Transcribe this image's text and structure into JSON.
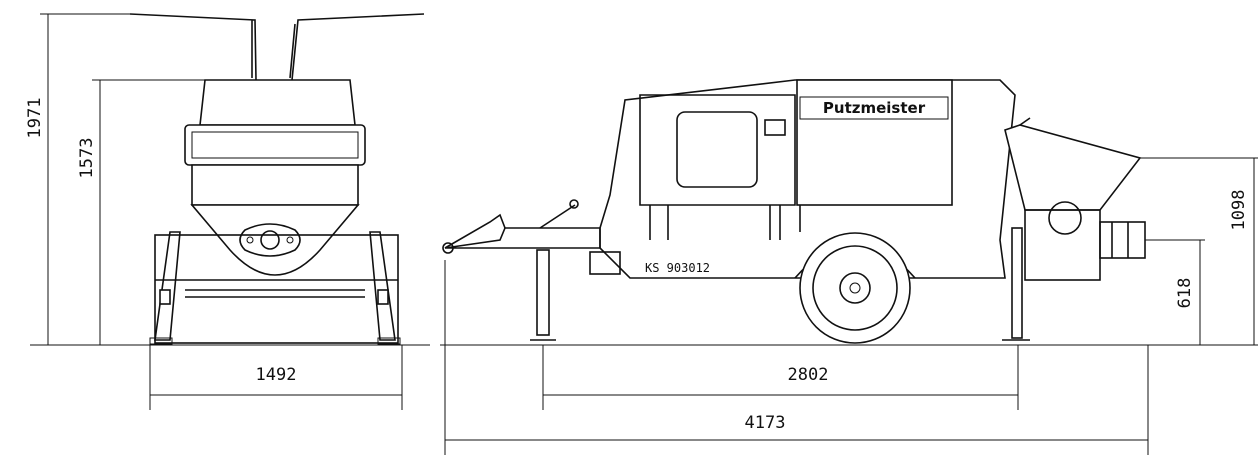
{
  "front_view": {
    "dim_height_total": "1971",
    "dim_height_hopper": "1573",
    "dim_width": "1492"
  },
  "side_view": {
    "brand_label": "Putzmeister",
    "serial_label": "KS 903012",
    "dim_wheelbase": "2802",
    "dim_length": "4173",
    "dim_outlet_height": "1098",
    "dim_axle_height": "618"
  },
  "colors": {
    "line": "#111111",
    "background": "#ffffff"
  }
}
